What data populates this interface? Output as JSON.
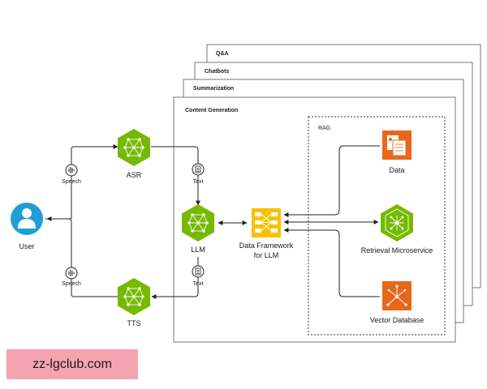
{
  "layers": {
    "qa": "Q&A",
    "chatbots": "Chatbots",
    "summarization": "Summarization",
    "content_generation": "Content Generation"
  },
  "rag": {
    "label": "RAG"
  },
  "nodes": {
    "user": "User",
    "asr": "ASR",
    "tts": "TTS",
    "llm": "LLM",
    "framework_line1": "Data Framework",
    "framework_line2": "for LLM",
    "data": "Data",
    "retrieval": "Retrieval Microservice",
    "vector_db": "Vector Database"
  },
  "edges": {
    "speech_top": "Speech",
    "speech_bottom": "Speech",
    "text_top": "Text",
    "text_bottom": "Text"
  },
  "colors": {
    "nvidia_green": "#76b900",
    "user_blue": "#1f9fd6",
    "framework_yellow": "#f6c200",
    "orange": "#e8671c",
    "stroke": "#222222",
    "border": "#555555"
  },
  "watermark": "zz-lgclub.com"
}
